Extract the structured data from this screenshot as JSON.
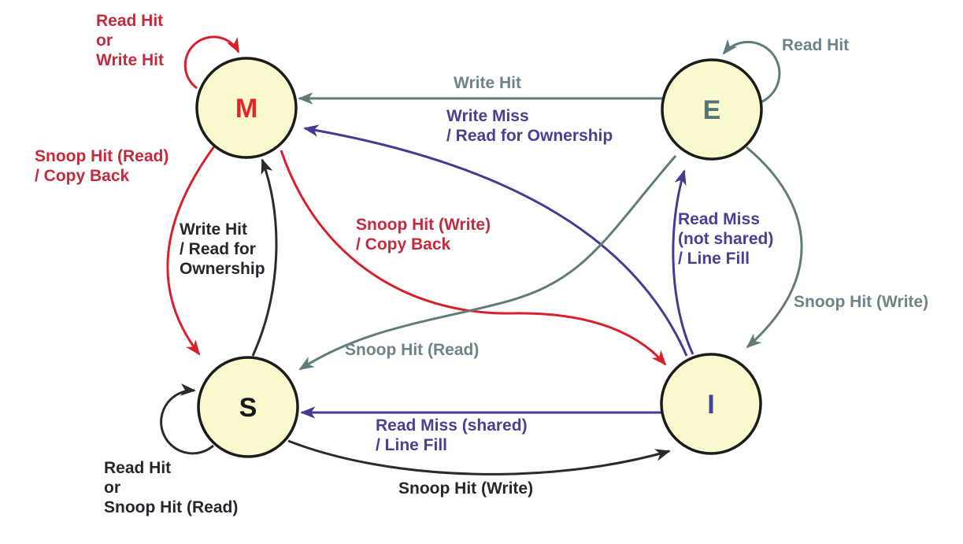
{
  "colors": {
    "state_fill": "#FAF9CD",
    "state_stroke": "#1C1C1C",
    "red": "#D7202B",
    "red_text": "#C32B3C",
    "gray": "#5F7C7A",
    "gray_text": "#6C8487",
    "purple": "#453C8F",
    "purple_text": "#4A3F92",
    "black": "#2B2B2B",
    "black_text": "#26262E",
    "letter_m": "#E22528",
    "letter_e": "#53767E",
    "letter_s": "#17171F",
    "letter_i": "#44419A"
  },
  "states": {
    "m": {
      "label": "M"
    },
    "e": {
      "label": "E"
    },
    "s": {
      "label": "S"
    },
    "i": {
      "label": "I"
    }
  },
  "transitions": {
    "m_self": {
      "from": "M",
      "to": "M",
      "color": "red",
      "label": "Read Hit\nor\nWrite Hit"
    },
    "e_self": {
      "from": "E",
      "to": "E",
      "color": "gray",
      "label": "Read Hit"
    },
    "e_to_m": {
      "from": "E",
      "to": "M",
      "color": "gray",
      "label": "Write Hit"
    },
    "i_to_m": {
      "from": "I",
      "to": "M",
      "color": "purple",
      "label": "Write Miss\n/ Read for Ownership"
    },
    "m_to_s": {
      "from": "M",
      "to": "S",
      "color": "red",
      "label": "Snoop Hit (Read)\n/ Copy Back"
    },
    "s_to_m": {
      "from": "S",
      "to": "M",
      "color": "black",
      "label": "Write Hit\n/ Read for\nOwnership"
    },
    "m_to_i": {
      "from": "M",
      "to": "I",
      "color": "red",
      "label": "Snoop Hit (Write)\n/ Copy Back"
    },
    "i_to_e": {
      "from": "I",
      "to": "E",
      "color": "purple",
      "label": "Read Miss\n(not shared)\n/ Line Fill"
    },
    "e_to_i": {
      "from": "E",
      "to": "I",
      "color": "gray",
      "label": "Snoop Hit (Write)"
    },
    "e_to_s": {
      "from": "E",
      "to": "S",
      "color": "gray",
      "label": "Snoop Hit (Read)"
    },
    "i_to_s": {
      "from": "I",
      "to": "S",
      "color": "purple",
      "label": "Read Miss (shared)\n/ Line Fill"
    },
    "s_to_i": {
      "from": "S",
      "to": "I",
      "color": "black",
      "label": "Snoop Hit (Write)"
    },
    "s_self": {
      "from": "S",
      "to": "S",
      "color": "black",
      "label": "Read Hit\nor\nSnoop Hit (Read)"
    }
  }
}
